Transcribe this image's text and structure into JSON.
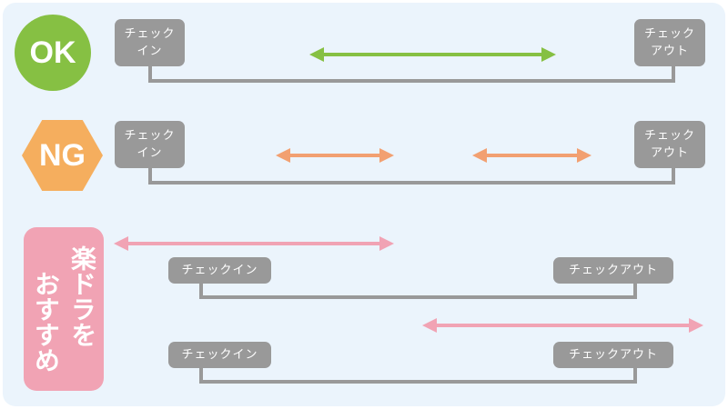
{
  "colors": {
    "ok": "#86C043",
    "ng": "#F5AE5E",
    "recommend": "#F1A3B4",
    "label": "#999999",
    "ok_arrow": "#86C043",
    "ng_arrow": "#F2A071",
    "rec_arrow": "#F1A3B4"
  },
  "ok": {
    "badge": "OK",
    "checkin": "チェック\nイン",
    "checkout": "チェック\nアウト"
  },
  "ng": {
    "badge": "NG",
    "checkin": "チェック\nイン",
    "checkout": "チェック\nアウト"
  },
  "recommend": {
    "badge_col1": "おすすめ",
    "badge_col2": "楽ドラを",
    "rows": [
      {
        "checkin": "チェックイン",
        "checkout": "チェックアウト"
      },
      {
        "checkin": "チェックイン",
        "checkout": "チェックアウト"
      }
    ]
  }
}
